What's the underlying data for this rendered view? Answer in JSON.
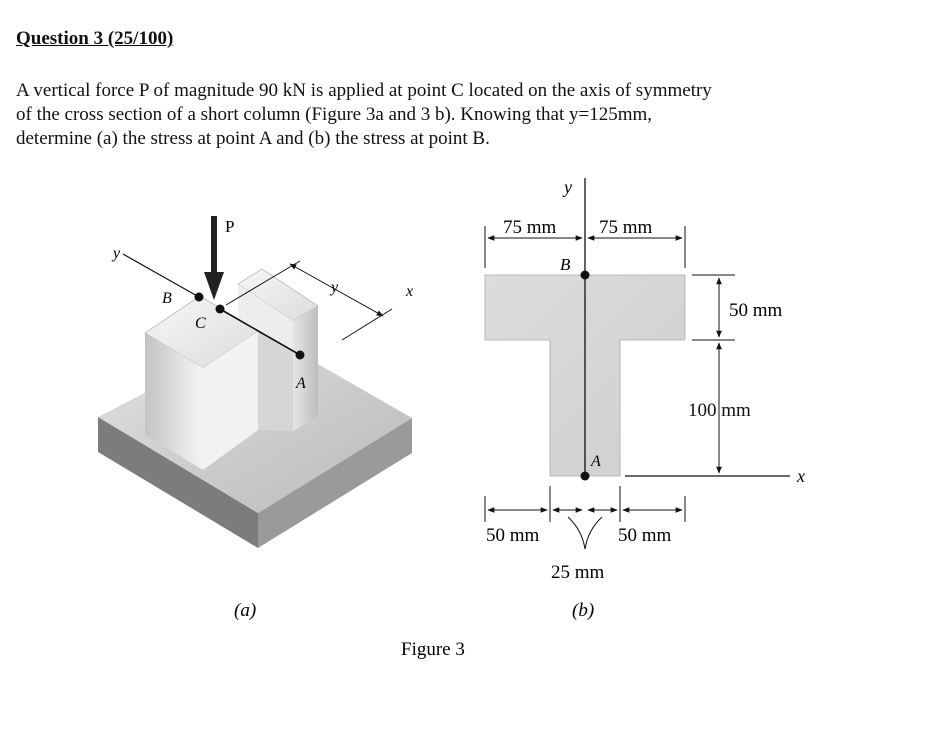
{
  "question": {
    "title": "Question 3 (25/100)",
    "lines": [
      "A vertical force P of magnitude 90 kN is applied at point C located on the axis of symmetry",
      "of the cross section of a short column (Figure 3a and 3 b). Knowing that y=125mm,",
      "determine (a) the stress at point A and (b) the stress at point B."
    ]
  },
  "figure_a": {
    "label_P": "P",
    "label_y": "y",
    "label_x": "x",
    "label_B": "B",
    "label_C": "C",
    "label_A": "A",
    "label_y_offset": "y",
    "caption": "(a)"
  },
  "figure_b": {
    "label_y_axis": "y",
    "label_x_axis": "x",
    "dim_left_top": "75 mm",
    "dim_right_top": "75 mm",
    "label_B": "B",
    "label_A": "A",
    "dim_flange": "50 mm",
    "dim_web": "100 mm",
    "dim_left_bottom": "50 mm",
    "dim_right_bottom": "50 mm",
    "dim_web_width": "25 mm",
    "caption": "(b)"
  },
  "figure_caption": "Figure 3"
}
